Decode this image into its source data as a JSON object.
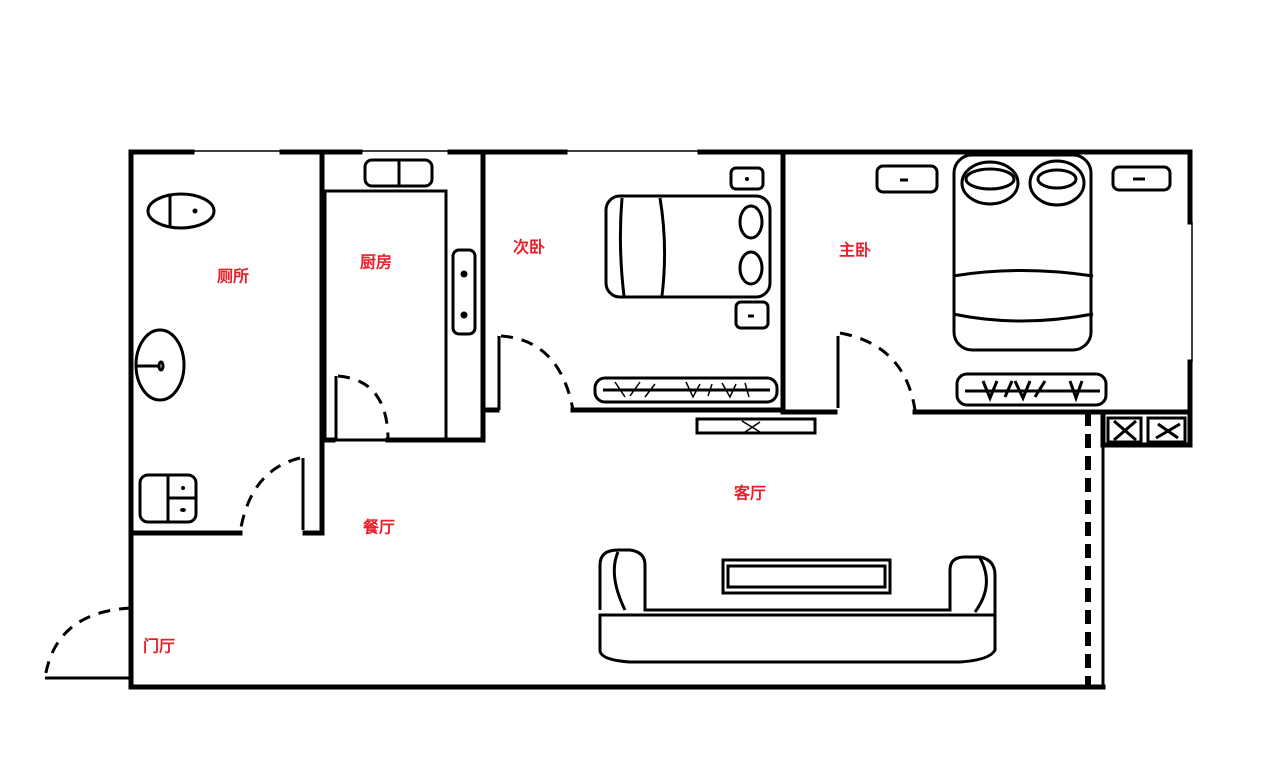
{
  "rooms": {
    "toilet": "厕所",
    "kitchen": "厨房",
    "second_bedroom": "次卧",
    "master_bedroom": "主卧",
    "living_room": "客厅",
    "dining_room": "餐厅",
    "entrance_hall": "门厅"
  },
  "colors": {
    "label": "#e8202a",
    "wall": "#000000"
  }
}
